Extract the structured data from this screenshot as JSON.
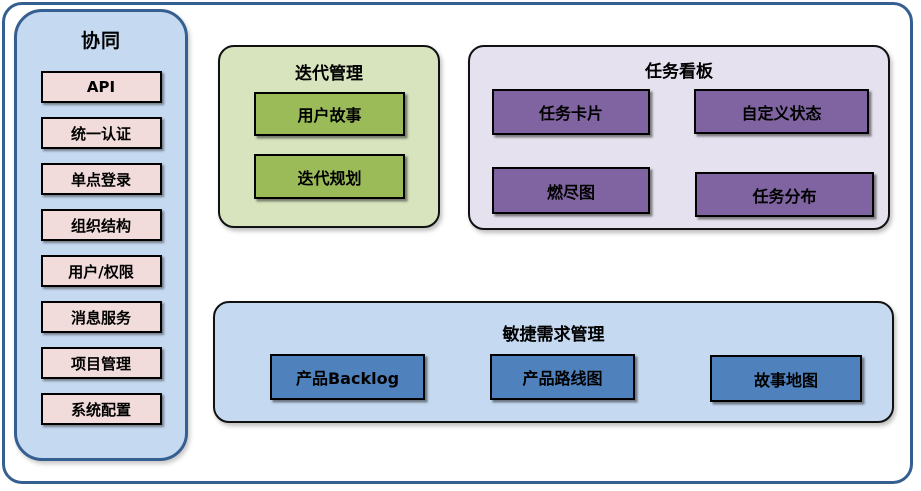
{
  "diagram": {
    "sidebar": {
      "title": "协同",
      "items": [
        "API",
        "统一认证",
        "单点登录",
        "组织结构",
        "用户/权限",
        "消息服务",
        "项目管理",
        "系统配置"
      ]
    },
    "panels": {
      "iteration": {
        "title": "迭代管理",
        "items": [
          "用户故事",
          "迭代规划"
        ]
      },
      "kanban": {
        "title": "任务看板",
        "items": [
          "任务卡片",
          "自定义状态",
          "燃尽图",
          "任务分布"
        ]
      },
      "agile": {
        "title": "敏捷需求管理",
        "items": [
          "产品Backlog",
          "产品路线图",
          "故事地图"
        ]
      }
    },
    "colors": {
      "frame_border": "#365f91",
      "sidebar_bg": "#c5d9f1",
      "sidebar_item_bg": "#f2dcdb",
      "iteration_panel_bg": "#d7e4bd",
      "iteration_item_bg": "#9bbb59",
      "kanban_panel_bg": "#e6e1ee",
      "kanban_item_bg": "#8064a2",
      "agile_panel_bg": "#c5d9f1",
      "agile_item_bg": "#4f81bd",
      "item_border": "#000000"
    }
  }
}
